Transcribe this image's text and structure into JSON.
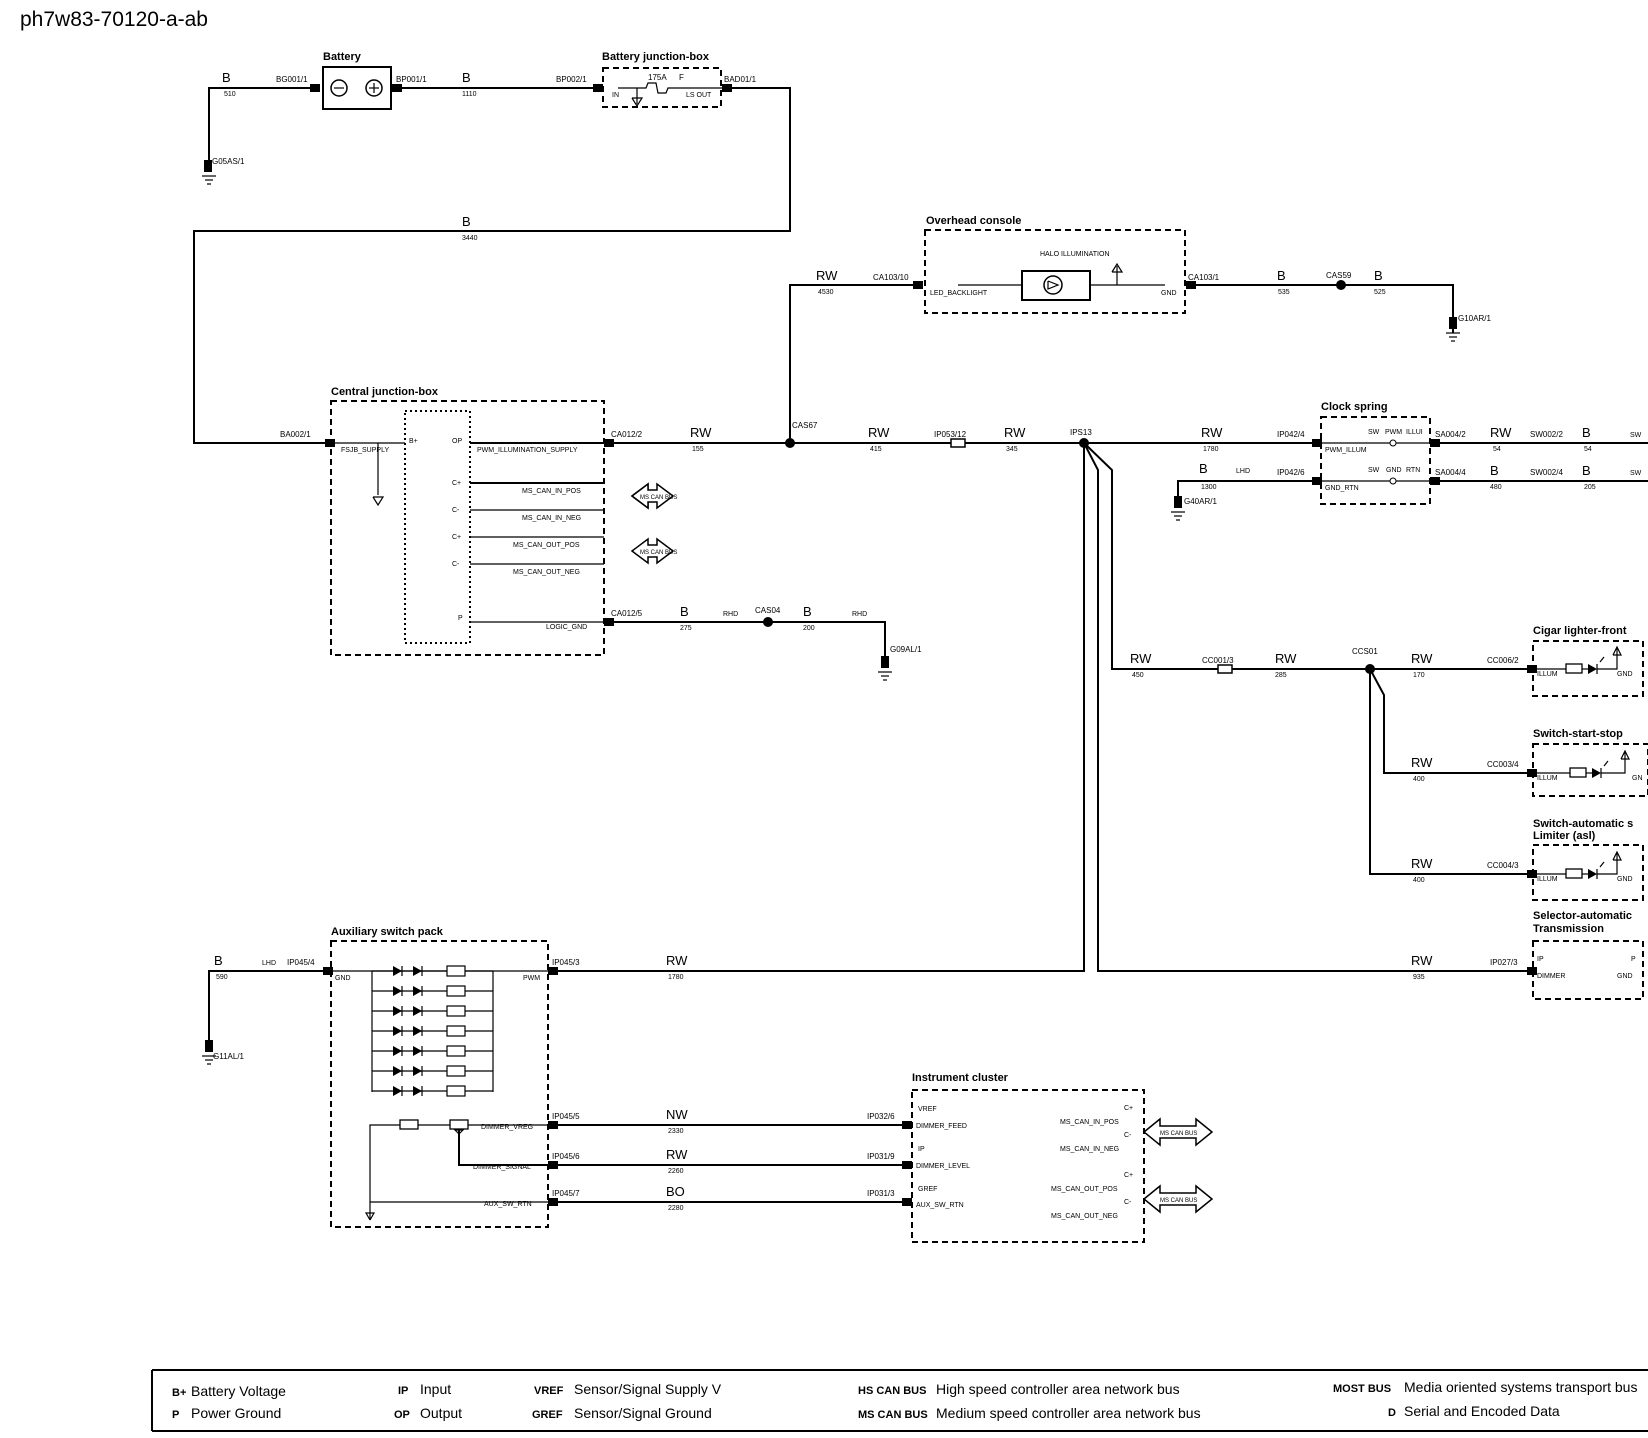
{
  "title": "ph7w83-70120-a-ab",
  "components": {
    "battery": "Battery",
    "bjb": "Battery junction-box",
    "overhead": "Overhead console",
    "halo": "HALO ILLUMINATION",
    "cjb": "Central junction-box",
    "clock": "Clock spring",
    "cigar": "Cigar lighter-front",
    "startstop": "Switch-start-stop",
    "asl1": "Switch-automatic s",
    "asl2": "Limiter (asl)",
    "sel1": "Selector-automatic",
    "sel2": "Transmission",
    "aux": "Auxiliary switch pack",
    "ic": "Instrument cluster"
  },
  "connectors": {
    "bg001": "BG001/1",
    "bp001": "BP001/1",
    "bp002": "BP002/1",
    "bad001": "BAD01/1",
    "g05as": "G05AS/1",
    "ca103_10": "CA103/10",
    "ca103_1": "CA103/1",
    "cas59": "CAS59",
    "g10ar": "G10AR/1",
    "ba002": "BA002/1",
    "ca012_2": "CA012/2",
    "cas67": "CAS67",
    "ip053": "IP053/12",
    "ips13": "IPS13",
    "ip042_4": "IP042/4",
    "ip042_6": "IP042/6",
    "sa004_2": "SA004/2",
    "sa004_4": "SA004/4",
    "sw002_2": "SW002/2",
    "sw002_4": "SW002/4",
    "g40ar": "G40AR/1",
    "ca012_5": "CA012/5",
    "cas04": "CAS04",
    "g09al": "G09AL/1",
    "cc001": "CC001/3",
    "ccs01": "CCS01",
    "cc006": "CC006/2",
    "cc003": "CC003/4",
    "cc004": "CC004/3",
    "ip027": "IP027/3",
    "ip045_4": "IP045/4",
    "ip045_3": "IP045/3",
    "ip045_5": "IP045/5",
    "ip045_6": "IP045/6",
    "ip045_7": "IP045/7",
    "g11al": "G11AL/1",
    "ip032": "IP032/6",
    "ip031_9": "IP031/9",
    "ip031_3": "IP031/3"
  },
  "wires": {
    "w510": "510",
    "w1110": "1110",
    "w3440": "3440",
    "w4530": "4530",
    "w535": "535",
    "w525": "525",
    "w155": "155",
    "w415": "415",
    "w345": "345",
    "w1780a": "1780",
    "w54a": "54",
    "w54b": "54",
    "w1300": "1300",
    "w480": "480",
    "w205": "205",
    "w275": "275",
    "w200": "200",
    "w450": "450",
    "w285": "285",
    "w170": "170",
    "w400a": "400",
    "w400b": "400",
    "w935": "935",
    "w590": "590",
    "w1780b": "1780",
    "w2330": "2330",
    "w2260": "2260",
    "w2280": "2280"
  },
  "pins": {
    "fuse_rating": "175A",
    "fuse_f": "F",
    "in": "IN",
    "ls_out": "LS OUT",
    "led_backlight": "LED_BACKLIGHT",
    "gnd": "GND",
    "fsjb_supply": "FSJB_SUPPLY",
    "bplus": "B+",
    "op": "OP",
    "pwm_illum_supply": "PWM_ILLUMINATION_SUPPLY",
    "cplus": "C+",
    "cminus": "C-",
    "p": "P",
    "ms_can_in_pos": "MS_CAN_IN_POS",
    "ms_can_in_neg": "MS_CAN_IN_NEG",
    "ms_can_out_pos": "MS_CAN_OUT_POS",
    "ms_can_out_neg": "MS_CAN_OUT_NEG",
    "logic_gnd": "LOGIC_GND",
    "pwm_illum": "PWM_ILLUM",
    "gnd_rtn": "GND_RTN",
    "sw": "SW",
    "pwm": "PWM",
    "illum_short": "ILLUI",
    "gnd_short": "GND",
    "rtn": "RTN",
    "illum": "ILLUM",
    "ip": "IP",
    "dimmer": "DIMMER",
    "pwm_pin": "PWM",
    "dimmer_vreg": "DIMMER_VREG",
    "dimmer_signal": "DIMMER_SIGNAL",
    "aux_sw_rtn": "AUX_SW_RTN",
    "vref": "VREF",
    "dimmer_feed": "DIMMER_FEED",
    "dimmer_level": "DIMMER_LEVEL",
    "gref": "GREF",
    "rhd": "RHD",
    "lhd": "LHD",
    "gn": "GN",
    "sw_cut": "SW"
  },
  "wire_colors": {
    "b": "B",
    "rw": "RW",
    "nw": "NW",
    "bo": "BO"
  },
  "bus_label": "MS CAN BUS",
  "legend": {
    "bplus_k": "B+",
    "bplus_v": "Battery Voltage",
    "p_k": "P",
    "p_v": "Power Ground",
    "ip_k": "IP",
    "ip_v": "Input",
    "op_k": "OP",
    "op_v": "Output",
    "vref_k": "VREF",
    "vref_v": "Sensor/Signal Supply V",
    "gref_k": "GREF",
    "gref_v": "Sensor/Signal Ground",
    "hs_k": "HS CAN BUS",
    "hs_v": "High speed controller area network bus",
    "ms_k": "MS CAN BUS",
    "ms_v": "Medium speed controller area network bus",
    "most_k": "MOST BUS",
    "most_v": "Media oriented systems transport bus",
    "d_k": "D",
    "d_v": "Serial and Encoded Data"
  }
}
